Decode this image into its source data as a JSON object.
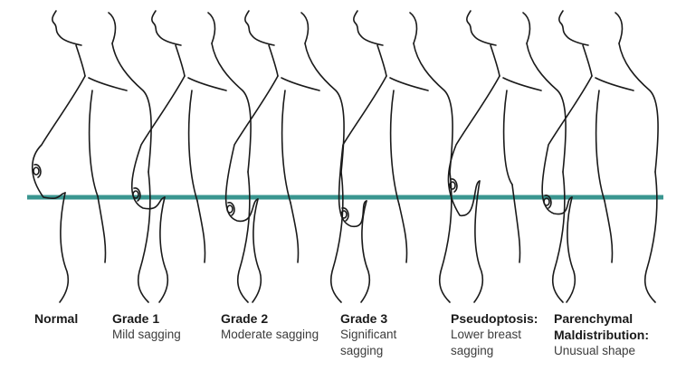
{
  "diagram": {
    "reference_line_color": "#3a9690",
    "stroke_color": "#1a1a1a",
    "items": [
      {
        "title": [
          "Normal"
        ],
        "description": []
      },
      {
        "title": [
          "Grade 1"
        ],
        "description": [
          "Mild sagging"
        ]
      },
      {
        "title": [
          "Grade 2"
        ],
        "description": [
          "Moderate sagging"
        ]
      },
      {
        "title": [
          "Grade 3"
        ],
        "description": [
          "Significant",
          "sagging"
        ]
      },
      {
        "title": [
          "Pseudoptosis:"
        ],
        "description": [
          "Lower breast",
          "sagging"
        ]
      },
      {
        "title": [
          "Parenchymal",
          "Maldistribution:"
        ],
        "description": [
          "Unusual shape"
        ]
      }
    ]
  }
}
